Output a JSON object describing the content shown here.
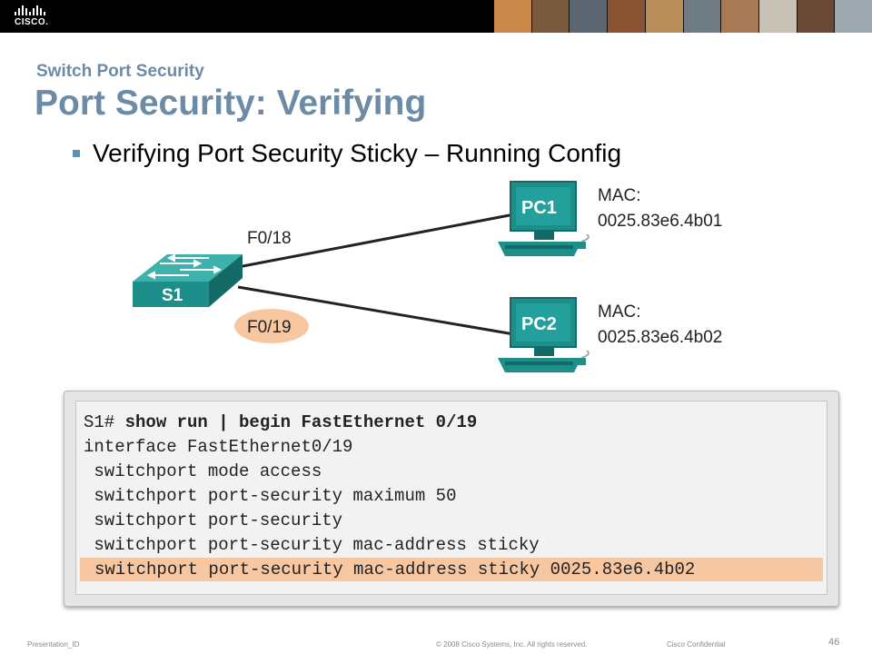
{
  "brand": {
    "logo_text": "CISCO."
  },
  "header": {
    "subtitle": "Switch Port Security",
    "title": "Port Security: Verifying"
  },
  "bullet": "Verifying Port Security Sticky – Running Config",
  "diagram": {
    "switch_label": "S1",
    "port_top": "F0/18",
    "port_bottom": "F0/19",
    "pc1": {
      "label": "PC1",
      "mac_label": "MAC:",
      "mac": "0025.83e6.4b01"
    },
    "pc2": {
      "label": "PC2",
      "mac_label": "MAC:",
      "mac": "0025.83e6.4b02"
    },
    "colors": {
      "device": "#1e8e8a",
      "device_dark": "#136a67",
      "highlight": "#f7c7a2"
    }
  },
  "cli": {
    "prompt": "S1# ",
    "command": "show run | begin FastEthernet 0/19",
    "lines": [
      "interface FastEthernet0/19",
      " switchport mode access",
      " switchport port-security maximum 50",
      " switchport port-security",
      " switchport port-security mac-address sticky"
    ],
    "highlight_line": "switchport port-security mac-address sticky 0025.83e6.4b02"
  },
  "footer": {
    "presentation_id": "Presentation_ID",
    "copyright": "© 2008 Cisco Systems, Inc. All rights reserved.",
    "confidential": "Cisco Confidential",
    "page": "46"
  }
}
